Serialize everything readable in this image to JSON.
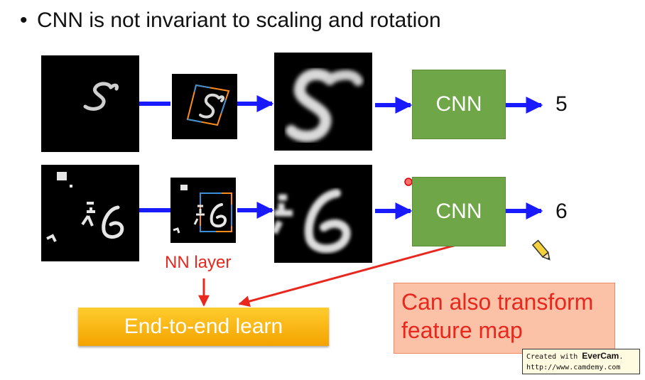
{
  "title": "CNN is not invariant to scaling and rotation",
  "rows": [
    {
      "cnn_label": "CNN",
      "output": "5"
    },
    {
      "cnn_label": "CNN",
      "output": "6"
    }
  ],
  "nn_layer_label": "NN layer",
  "end_to_end_label": "End-to-end learn",
  "note_text": "Can also transform feature map",
  "watermark": {
    "created_with": "Created with",
    "brand": "EverCam",
    "url": "http://www.camdemy.com"
  },
  "colors": {
    "arrow_blue": "#1a1aff",
    "cnn_green": "#6fa648",
    "red": "#e8281e",
    "note_bg": "#fbc2a8",
    "button_gold": "#f4a300"
  }
}
